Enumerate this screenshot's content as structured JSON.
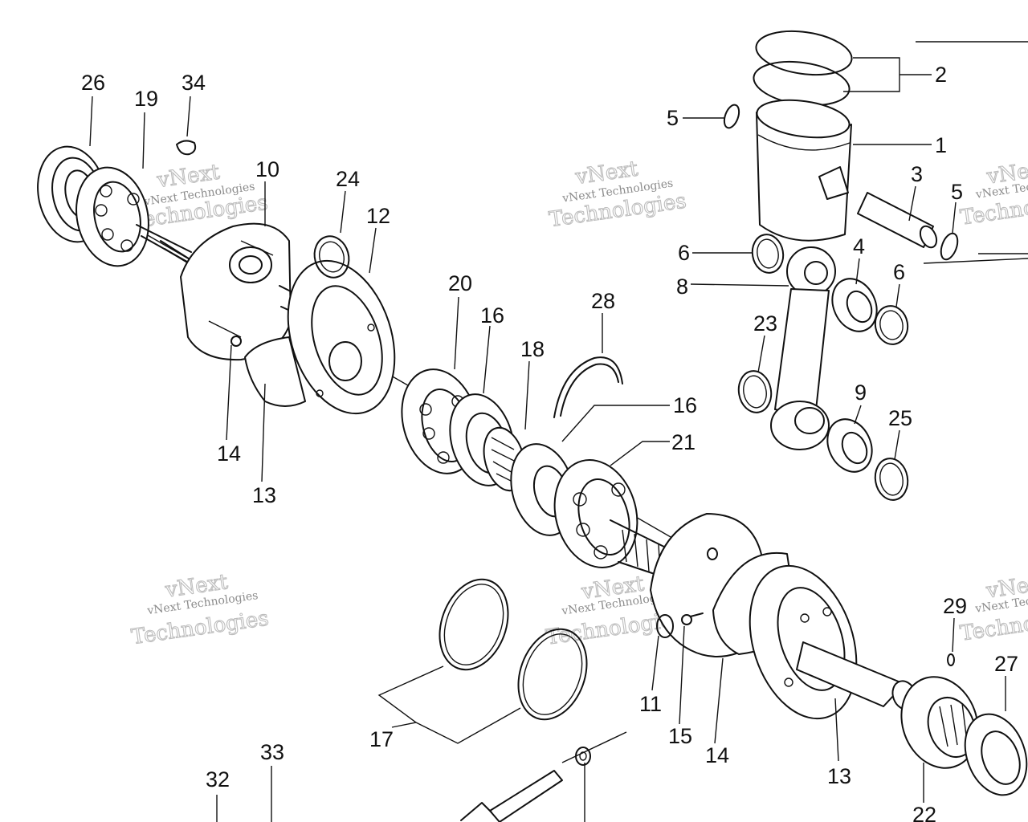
{
  "watermark": {
    "line_small": "vNext Technologies",
    "line_big_1": "vNext",
    "line_big_2": "Technologies"
  },
  "callouts": [
    {
      "id": "c26a",
      "text": "26"
    },
    {
      "id": "c19",
      "text": "19"
    },
    {
      "id": "c34",
      "text": "34"
    },
    {
      "id": "c10",
      "text": "10"
    },
    {
      "id": "c24",
      "text": "24"
    },
    {
      "id": "c12",
      "text": "12"
    },
    {
      "id": "c14a",
      "text": "14"
    },
    {
      "id": "c13a",
      "text": "13"
    },
    {
      "id": "c20",
      "text": "20"
    },
    {
      "id": "c16a",
      "text": "16"
    },
    {
      "id": "c18",
      "text": "18"
    },
    {
      "id": "c28",
      "text": "28"
    },
    {
      "id": "c16b",
      "text": "16"
    },
    {
      "id": "c21",
      "text": "21"
    },
    {
      "id": "c2",
      "text": "2"
    },
    {
      "id": "c5a",
      "text": "5"
    },
    {
      "id": "c1",
      "text": "1"
    },
    {
      "id": "c3",
      "text": "3"
    },
    {
      "id": "c5b",
      "text": "5"
    },
    {
      "id": "c6a",
      "text": "6"
    },
    {
      "id": "c4",
      "text": "4"
    },
    {
      "id": "c8",
      "text": "8"
    },
    {
      "id": "c6b",
      "text": "6"
    },
    {
      "id": "c23",
      "text": "23"
    },
    {
      "id": "c9",
      "text": "9"
    },
    {
      "id": "c25",
      "text": "25"
    },
    {
      "id": "c11",
      "text": "11"
    },
    {
      "id": "c15",
      "text": "15"
    },
    {
      "id": "c14b",
      "text": "14"
    },
    {
      "id": "c13b",
      "text": "13"
    },
    {
      "id": "c29",
      "text": "29"
    },
    {
      "id": "c27",
      "text": "27"
    },
    {
      "id": "c22",
      "text": "22"
    },
    {
      "id": "c17",
      "text": "17"
    },
    {
      "id": "c33",
      "text": "33"
    },
    {
      "id": "c32",
      "text": "32"
    }
  ]
}
